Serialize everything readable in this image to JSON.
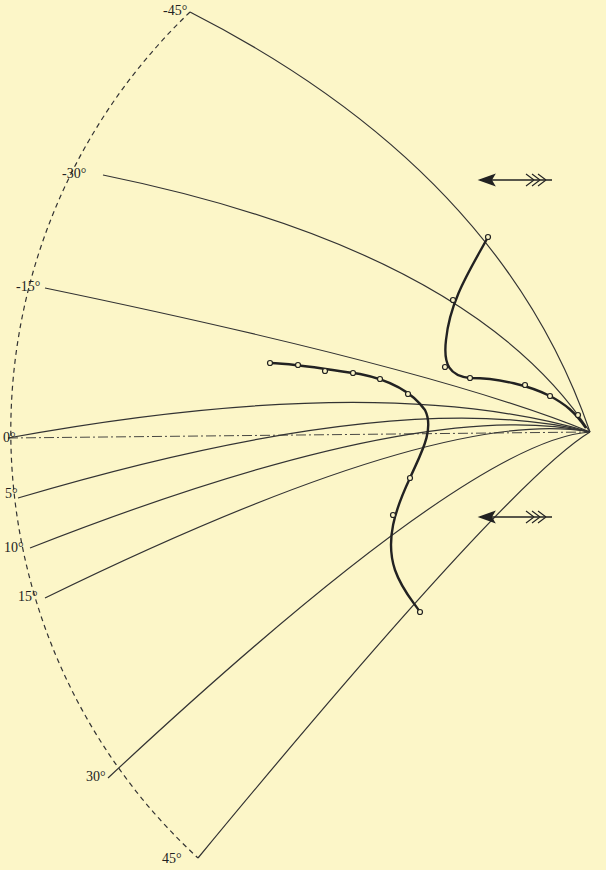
{
  "diagram": {
    "labels": [
      "-45°",
      "-30°",
      "-15°",
      "0°",
      "5°",
      "10°",
      "15°",
      "30°",
      "45°"
    ]
  }
}
